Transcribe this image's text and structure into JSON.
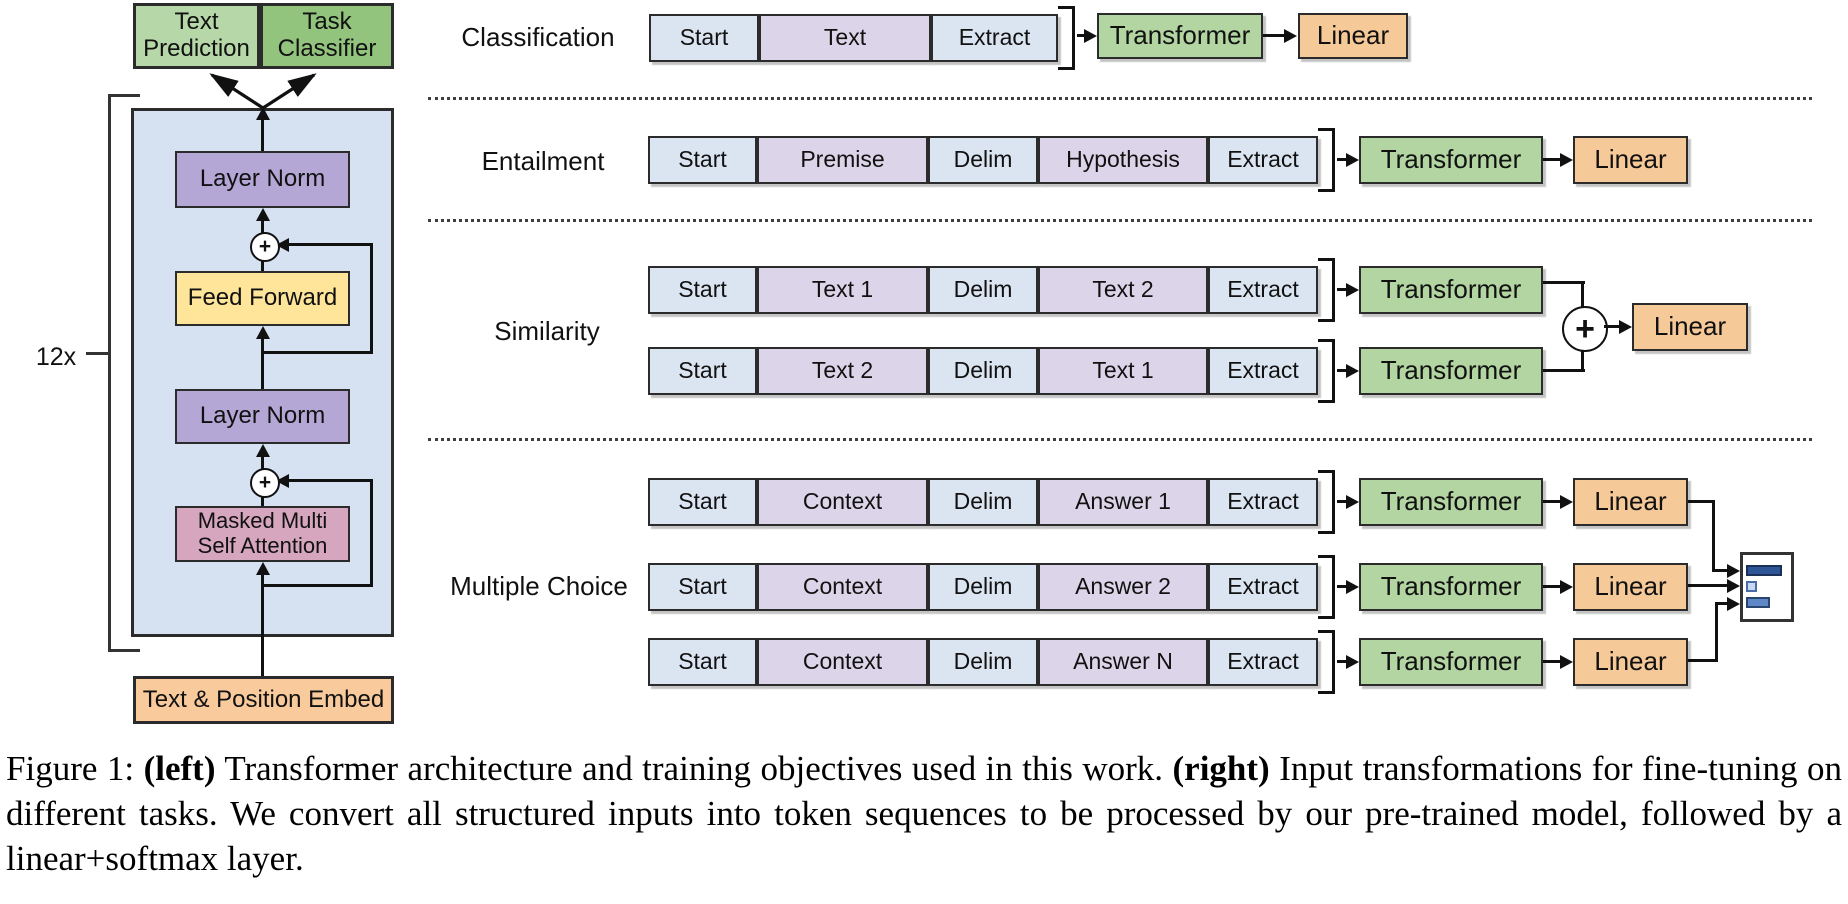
{
  "architecture": {
    "heads": {
      "text_prediction": "Text Prediction",
      "task_classifier": "Task Classifier"
    },
    "repeat": "12x",
    "layer_norm_1": "Layer Norm",
    "feed_forward": "Feed Forward",
    "layer_norm_2": "Layer Norm",
    "masked_attention": [
      "Masked Multi",
      "Self Attention"
    ],
    "embed": "Text & Position Embed",
    "plus": "+"
  },
  "tasks": {
    "classification": {
      "label": "Classification",
      "tokens": [
        "Start",
        "Text",
        "Extract"
      ],
      "transformer": "Transformer",
      "linear": "Linear"
    },
    "entailment": {
      "label": "Entailment",
      "tokens": [
        "Start",
        "Premise",
        "Delim",
        "Hypothesis",
        "Extract"
      ],
      "transformer": "Transformer",
      "linear": "Linear"
    },
    "similarity": {
      "label": "Similarity",
      "rows": [
        [
          "Start",
          "Text 1",
          "Delim",
          "Text 2",
          "Extract"
        ],
        [
          "Start",
          "Text 2",
          "Delim",
          "Text 1",
          "Extract"
        ]
      ],
      "transformer": "Transformer",
      "linear": "Linear",
      "combiner": "+"
    },
    "multiple_choice": {
      "label": "Multiple Choice",
      "rows": [
        [
          "Start",
          "Context",
          "Delim",
          "Answer 1",
          "Extract"
        ],
        [
          "Start",
          "Context",
          "Delim",
          "Answer 2",
          "Extract"
        ],
        [
          "Start",
          "Context",
          "Delim",
          "Answer N",
          "Extract"
        ]
      ],
      "transformer": "Transformer",
      "linear": "Linear"
    }
  },
  "caption": {
    "prefix": "Figure 1:",
    "left_tag": "(left)",
    "left_text": "Transformer architecture and training objectives used in this work.",
    "right_tag": "(right)",
    "right_text": "Input transformations for fine-tuning on different tasks. We convert all structured inputs into token sequences to be processed by our pre-trained model, followed by a linear+softmax layer."
  },
  "colors": {
    "head_green_light": "#b6d7a8",
    "head_green_dark": "#93c47d",
    "panel_blue": "#d6e2f2",
    "layer_norm_purple": "#b4a7d6",
    "feed_forward_yellow": "#ffe599",
    "attention_rose": "#d5a6bd",
    "embed_orange": "#f9cb9c",
    "token_blue": "#dbe4f1",
    "token_purple": "#dcd4e8",
    "transformer_green": "#b2d5a2",
    "linear_orange": "#f6c998",
    "bar_dark_blue": "#2e5697",
    "bar_light_blue": "#c6d9f1",
    "bar_mid_blue": "#5d87c6"
  }
}
